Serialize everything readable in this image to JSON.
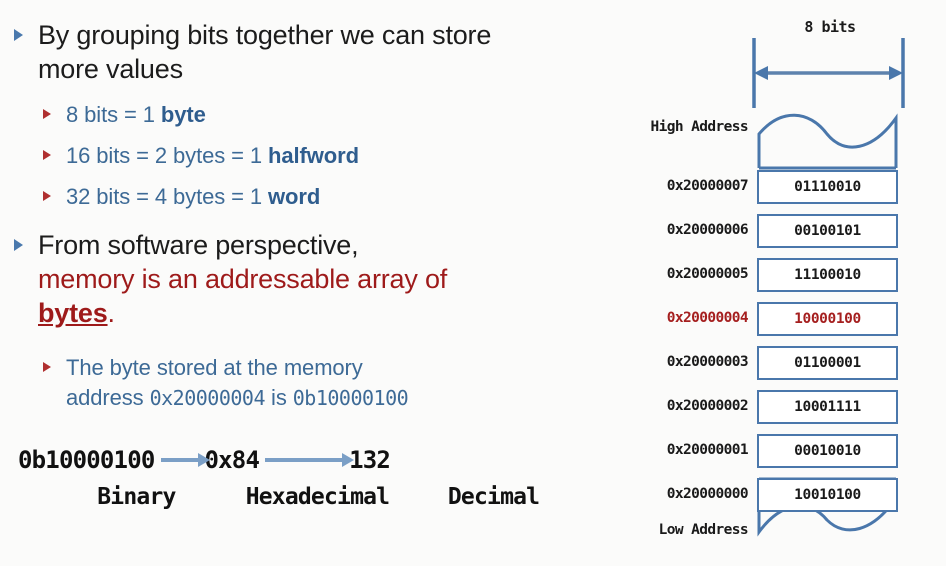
{
  "slide": {
    "bullets": [
      {
        "level": 1,
        "marker": "triangle-blue",
        "text": "By grouping bits together we can store more values"
      },
      {
        "level": 2,
        "marker": "triangle-red",
        "prefix": "8 bits = 1 ",
        "term": "byte"
      },
      {
        "level": 2,
        "marker": "triangle-red",
        "prefix": "16 bits = 2 bytes = 1 ",
        "term": "halfword"
      },
      {
        "level": 2,
        "marker": "triangle-red",
        "prefix": "32 bits = 4 bytes = 1 ",
        "term": "word"
      }
    ],
    "bullet_two": {
      "line1": "From software perspective,",
      "line2": "memory is an addressable array of",
      "line3_emphasis": "bytes",
      "line3_period": "."
    },
    "sub_note": {
      "line1": "The byte stored at the memory",
      "line2_prefix": "address ",
      "line2_address": "0x20000004",
      "line2_mid": " is ",
      "line2_value": "0b10000100"
    },
    "conversion": {
      "binary_value": "0b10000100",
      "hex_value": "0x84",
      "decimal_value": "132",
      "label_binary": "Binary",
      "label_hex": "Hexadecimal",
      "label_decimal": "Decimal"
    }
  },
  "memory_diagram": {
    "width_caption": "8 bits",
    "high_address_label": "High Address",
    "low_address_label": "Low Address",
    "highlight_address": "0x20000004",
    "rows": [
      {
        "address": "0x20000007",
        "value": "01110010",
        "highlight": false
      },
      {
        "address": "0x20000006",
        "value": "00100101",
        "highlight": false
      },
      {
        "address": "0x20000005",
        "value": "11100010",
        "highlight": false
      },
      {
        "address": "0x20000004",
        "value": "10000100",
        "highlight": true
      },
      {
        "address": "0x20000003",
        "value": "01100001",
        "highlight": false
      },
      {
        "address": "0x20000002",
        "value": "10001111",
        "highlight": false
      },
      {
        "address": "0x20000001",
        "value": "00010010",
        "highlight": false
      },
      {
        "address": "0x20000000",
        "value": "10010100",
        "highlight": false
      }
    ]
  },
  "colors": {
    "accent_blue": "#3d6a96",
    "term_blue": "#2f5d8e",
    "accent_red": "#9e1a1a",
    "highlight_red": "#a51f1f",
    "box_border": "#4a77ab",
    "arrow_blue": "#7b9fc6",
    "background": "#fbfbfa"
  }
}
